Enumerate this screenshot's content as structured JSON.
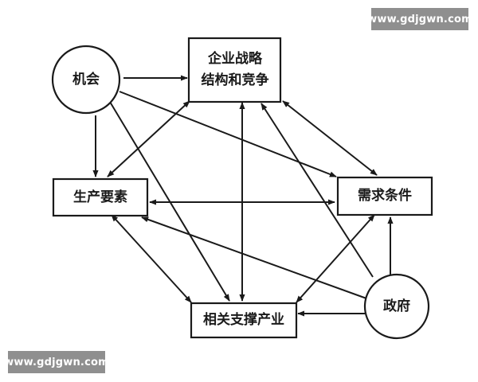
{
  "nodes": {
    "strategy": {
      "line1": "企业战略",
      "line2": "结构和竞争"
    },
    "opportunity": {
      "label": "机会"
    },
    "factors": {
      "label": "生产要素"
    },
    "demand": {
      "label": "需求条件"
    },
    "related": {
      "label": "相关支撑产业"
    },
    "government": {
      "label": "政府"
    }
  },
  "watermarks": {
    "top": "www.gdjgwn.com",
    "bottom": "www.gdjgwn.com"
  },
  "colors": {
    "ink": "#1a1a1a",
    "watermark_bg": "#8f8f8f"
  }
}
